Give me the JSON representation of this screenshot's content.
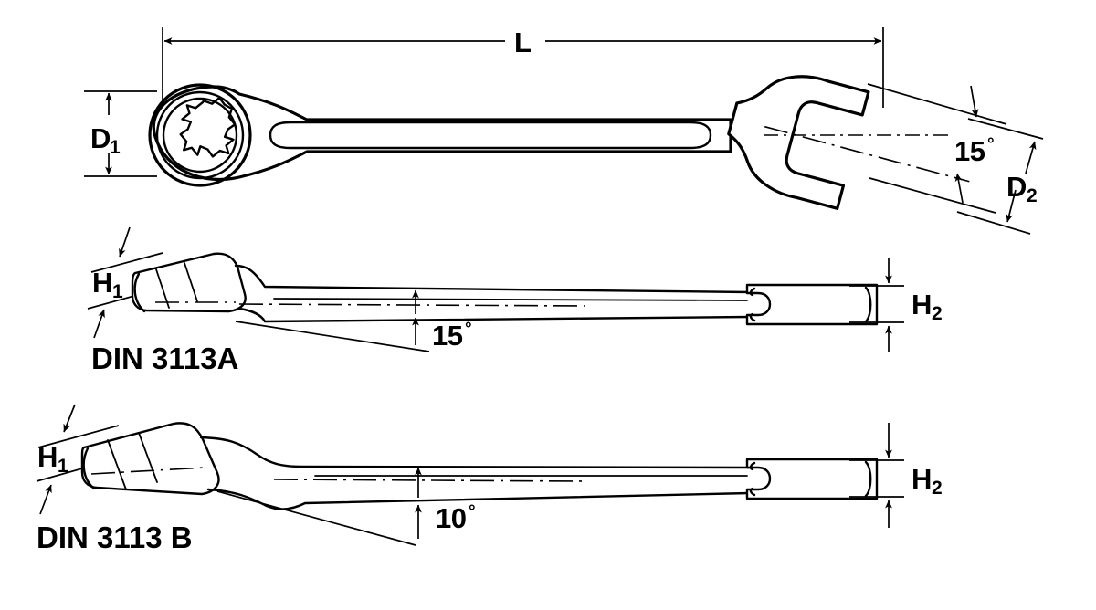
{
  "drawing": {
    "title": "DIN 3113 Combination Wrench Dimensional Drawing",
    "background_color": "#ffffff",
    "line_color": "#000000",
    "views": [
      {
        "id": "top-view",
        "name": "plan-view",
        "description": "Plan view of combination wrench with 12-point box end and open end jaw"
      },
      {
        "id": "middle-view",
        "name": "side-view-din-3113a",
        "description": "Side elevation, DIN 3113A, 15 degree box end offset"
      },
      {
        "id": "bottom-view",
        "name": "side-view-din-3113b",
        "description": "Side elevation, DIN 3113 B, 10 degree box end offset"
      }
    ]
  },
  "labels": {
    "length": "L",
    "d1_base": "D",
    "d1_sub": "1",
    "d2_base": "D",
    "d2_sub": "2",
    "h1_base": "H",
    "h1_sub": "1",
    "h2_base": "H",
    "h2_sub": "2",
    "angle_jaw": "15",
    "angle_jaw_unit": "°",
    "angle_offset_a": "15",
    "angle_offset_a_unit": "°",
    "angle_offset_b": "10",
    "angle_offset_b_unit": "°",
    "standard_a": "DIN 3113A",
    "standard_b": "DIN 3113 B"
  },
  "dimensions": {
    "L": {
      "symbol": "L",
      "description": "Overall length of wrench",
      "view": "top-view"
    },
    "D1": {
      "symbol": "D1",
      "description": "Outside diameter of ring (box) end",
      "view": "top-view"
    },
    "D2": {
      "symbol": "D2",
      "description": "Outside width across open end jaw head",
      "view": "top-view"
    },
    "H1": {
      "symbol": "H1",
      "description": "Thickness of ring (box) end",
      "view": "side-views"
    },
    "H2": {
      "symbol": "H2",
      "description": "Thickness of open end jaw head",
      "view": "side-views"
    }
  },
  "angles": {
    "jaw_offset": {
      "value": "15°",
      "description": "Open end jaw inclined 15 degrees to handle axis",
      "view": "top-view"
    },
    "ring_offset_a": {
      "value": "15°",
      "description": "Ring end offset angle for DIN 3113A",
      "view": "middle-view"
    },
    "ring_offset_b": {
      "value": "10°",
      "description": "Ring end offset angle for DIN 3113 B",
      "view": "bottom-view"
    }
  },
  "standards": {
    "variant_a": "DIN 3113A",
    "variant_b": "DIN 3113 B"
  }
}
